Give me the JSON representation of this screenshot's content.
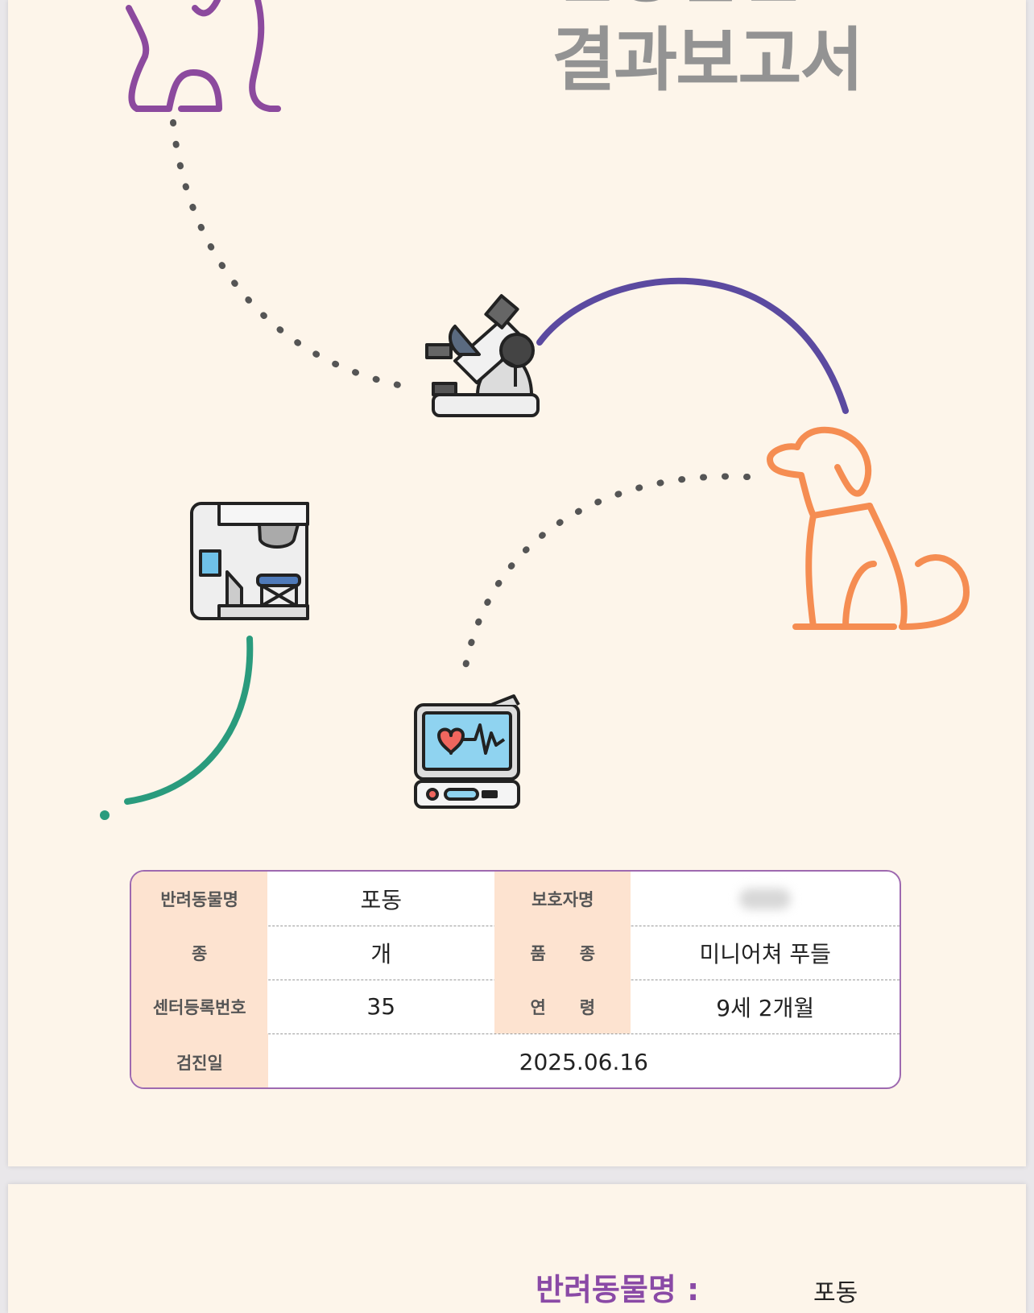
{
  "report": {
    "title_line1": "건강검진",
    "title_line2": "결과보고서"
  },
  "icons": {
    "cat": "cat-outline-icon",
    "microscope": "microscope-icon",
    "dog": "dog-outline-icon",
    "xray": "xray-machine-icon",
    "monitor": "heart-monitor-icon"
  },
  "colors": {
    "cat": "#8c4a9e",
    "dog": "#f58d52",
    "arc_purple": "#5b4aa0",
    "arc_green": "#2a9b7d",
    "dots": "#555555",
    "label_bg": "#fde3d0",
    "table_border": "#9e69b0"
  },
  "info_table": {
    "pet_name_label": "반려동물명",
    "pet_name": "포동",
    "guardian_label": "보호자명",
    "guardian": "",
    "species_label": "종",
    "species": "개",
    "breed_label": "품　　종",
    "breed": "미니어쳐 푸들",
    "reg_no_label": "센터등록번호",
    "reg_no": "35",
    "age_label": "연　　령",
    "age": "9세 2개월",
    "exam_date_label": "검진일",
    "exam_date": "2025.06.16"
  },
  "page2": {
    "pet_name_label": "반려동물명 :",
    "pet_name": "포동"
  }
}
